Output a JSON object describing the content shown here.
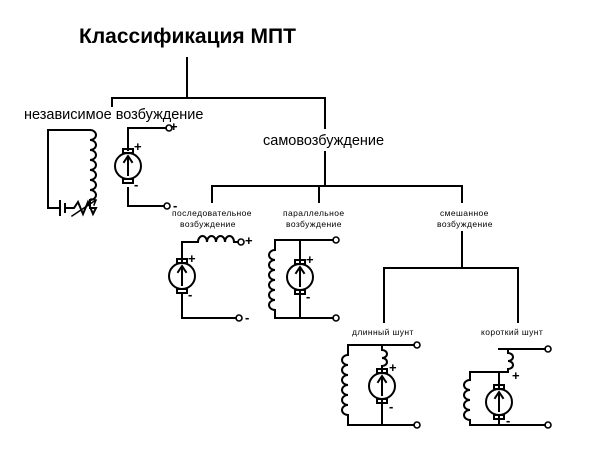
{
  "title": "Классификация МПТ",
  "labels": {
    "independent": "независимое возбуждение",
    "self": "самовозбуждение",
    "series_line1": "последовательное",
    "series_line2": "возбуждение",
    "parallel_line1": "параллельное",
    "parallel_line2": "возбуждение",
    "compound_line1": "смешанное",
    "compound_line2": "возбуждение",
    "long_shunt": "длинный шунт",
    "short_shunt": "короткий шунт"
  },
  "signs": {
    "plus": "+",
    "minus": "-"
  }
}
